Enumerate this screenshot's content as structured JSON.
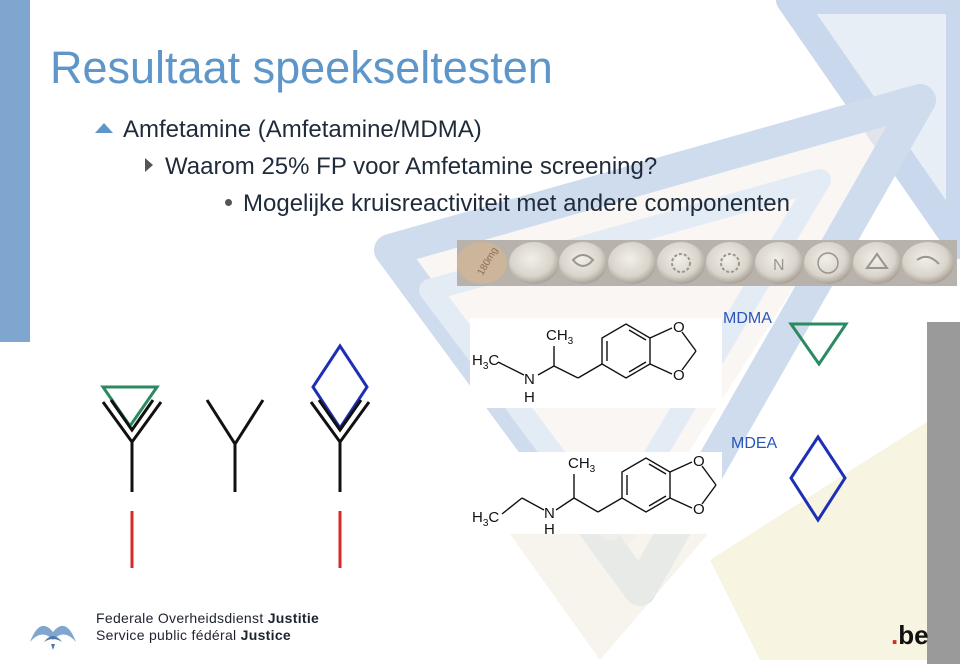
{
  "slide": {
    "title": "Resultaat speekseltesten",
    "bullets": {
      "level1": "Amfetamine (Amfetamine/MDMA)",
      "level2": "Waarom 25% FP voor Amfetamine screening?",
      "level3": "Mogelijke kruisreactiviteit met andere componenten"
    },
    "structures": {
      "mdma": {
        "label": "MDMA",
        "atoms": {
          "ch3_top": "CH",
          "ch3_sub": "3",
          "h3c_left_h": "H",
          "h3c_left_sub": "3",
          "h3c_left_c": "C",
          "n": "N",
          "nh": "H",
          "o_top": "O",
          "o_bottom": "O"
        }
      },
      "mdea": {
        "label": "MDEA",
        "atoms": {
          "ch3_top": "CH",
          "ch3_sub": "3",
          "h3c_left_h": "H",
          "h3c_left_sub": "3",
          "h3c_left_c": "C",
          "n": "N",
          "nh": "H",
          "o_top": "O",
          "o_bottom": "O"
        }
      }
    },
    "pill_imprint": "180mg"
  },
  "footer": {
    "line1_regular": "Federale Overheidsdienst ",
    "line1_bold": "Justitie",
    "line2_regular": "Service public fédéral ",
    "line2_bold": "Justice",
    "be_logo_dot": ".",
    "be_logo_text": "be"
  },
  "colors": {
    "title": "#5f96c9",
    "text": "#1f2b3a",
    "antibody": "#111111",
    "mdma_shape": "#2b8a60",
    "mdea_shape": "#1e2fb5",
    "positive_line": "#d42a2a",
    "background_triangles": "#c9d8ec"
  }
}
